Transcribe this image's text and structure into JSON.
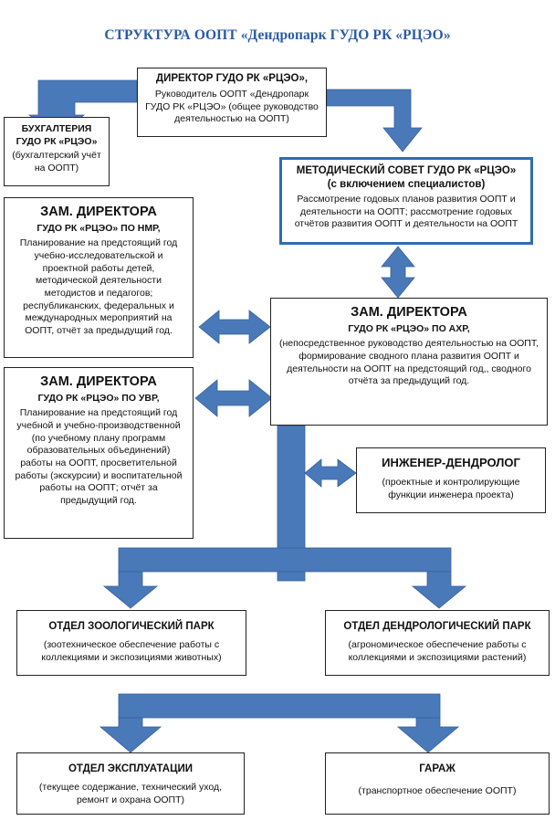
{
  "title": "СТРУКТУРА ООПТ «Дендропарк ГУДО РК «РЦЭО»",
  "colors": {
    "arrow": "#4a79b9",
    "border": "#222222",
    "accent_border": "#2e6db4",
    "title": "#2a5aa5"
  },
  "boxes": {
    "director": {
      "heading": "ДИРЕКТОР ГУДО РК «РЦЭО»,",
      "text": "Руководитель ООПТ «Дендропарк ГУДО РК «РЦЭО» (общее руководство деятельностью на ООПТ)"
    },
    "accounting": {
      "heading": "БУХГАЛТЕРИЯ ГУДО РК «РЦЭО»",
      "text": "(бухгалтерский учёт на ООПТ)"
    },
    "method_council": {
      "heading": "МЕТОДИЧЕСКИЙ СОВЕТ ГУДО РК «РЦЭО»",
      "subheading": "(с включением специалистов)",
      "text": "Рассмотрение годовых планов развития ООПТ и деятельности на ООПТ; рассмотрение годовых отчётов развития ООПТ и деятельности на ООПТ"
    },
    "deputy_nmr": {
      "heading": "ЗАМ. ДИРЕКТОРА",
      "subheading": "ГУДО РК «РЦЭО» ПО НМР,",
      "text": "Планирование на предстоящий год учебно-исследовательской и проектной работы детей, методической деятельности методистов и педагогов; республиканских, федеральных и международных мероприятий на ООПТ, отчёт за предыдущий год."
    },
    "deputy_ahr": {
      "heading": "ЗАМ. ДИРЕКТОРА",
      "subheading": "ГУДО РК «РЦЭО» ПО АХР,",
      "text": "(непосредственное руководство деятельностью на ООПТ, формирование сводного плана развития ООПТ и деятельности на ООПТ на предстоящий год,, сводного отчёта за предыдущий год."
    },
    "deputy_uvr": {
      "heading": "ЗАМ. ДИРЕКТОРА",
      "subheading": "ГУДО РК «РЦЭО» ПО УВР,",
      "text": "Планирование на предстоящий год учебной и учебно-производственной (по учебному плану программ образовательных объединений) работы на ООПТ, просветительной работы (экскурсии) и воспитательной работы на ООПТ; отчёт за предыдущий год."
    },
    "dendrologist": {
      "heading": "ИНЖЕНЕР-ДЕНДРОЛОГ",
      "text": "(проектные и контролирующие функции инженера проекта)"
    },
    "zoo_park": {
      "heading": "ОТДЕЛ ЗООЛОГИЧЕСКИЙ ПАРК",
      "text": "(зоотехническое обеспечение работы с коллекциями и экспозициями животных)"
    },
    "dendro_park": {
      "heading": "ОТДЕЛ ДЕНДРОЛОГИЧЕСКИЙ ПАРК",
      "text": "(агрономическое обеспечение работы с коллекциями и экспозициями растений)"
    },
    "exploitation": {
      "heading": "ОТДЕЛ ЭКСПЛУАТАЦИИ",
      "text": "(текущее содержание, технический уход, ремонт и охрана ООПТ)"
    },
    "garage": {
      "heading": "ГАРАЖ",
      "text": "(транспортное обеспечение ООПТ)"
    }
  }
}
